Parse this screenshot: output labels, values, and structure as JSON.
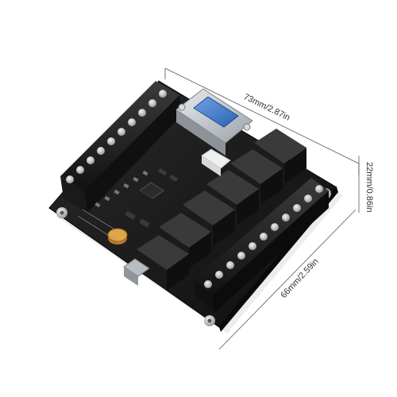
{
  "dimensions": {
    "length": "73mm/2.87in",
    "height": "22mm/0.86in",
    "width": "66mm/2.59in"
  },
  "colors": {
    "board": "#161616",
    "relay": "#1d1d1d",
    "terminal": "#222222",
    "screw": "#b9bfc4",
    "connector": "#3f79c8",
    "connector_shell": "#c9cdd1",
    "battery": "#d8993a"
  }
}
